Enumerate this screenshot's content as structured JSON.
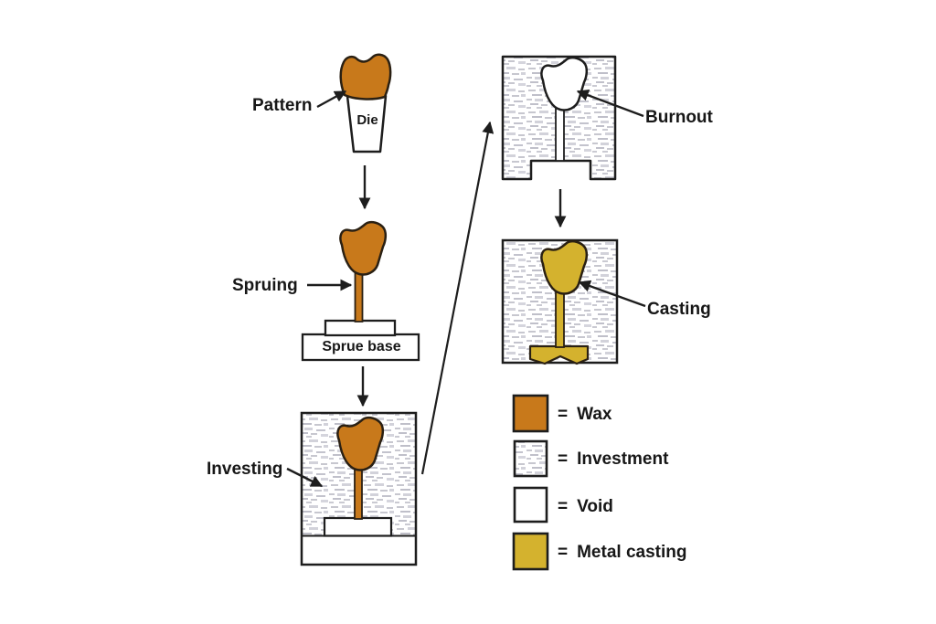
{
  "diagram": {
    "labels": {
      "pattern": "Pattern",
      "die": "Die",
      "spruing": "Spruing",
      "sprue_base": "Sprue base",
      "investing": "Investing",
      "burnout": "Burnout",
      "casting": "Casting"
    },
    "legend": {
      "items": [
        {
          "key": "wax",
          "symbol": "=",
          "label": "Wax"
        },
        {
          "key": "investment",
          "symbol": "=",
          "label": "Investment"
        },
        {
          "key": "void",
          "symbol": "=",
          "label": "Void"
        },
        {
          "key": "metal_casting",
          "symbol": "=",
          "label": "Metal casting"
        }
      ]
    },
    "colors": {
      "wax": "#C8791B",
      "metal": "#D4B22E",
      "void": "#FFFFFF",
      "outline": "#1D1D1D",
      "speckle": "#C6C6CE",
      "background": "#FFFFFF"
    }
  }
}
